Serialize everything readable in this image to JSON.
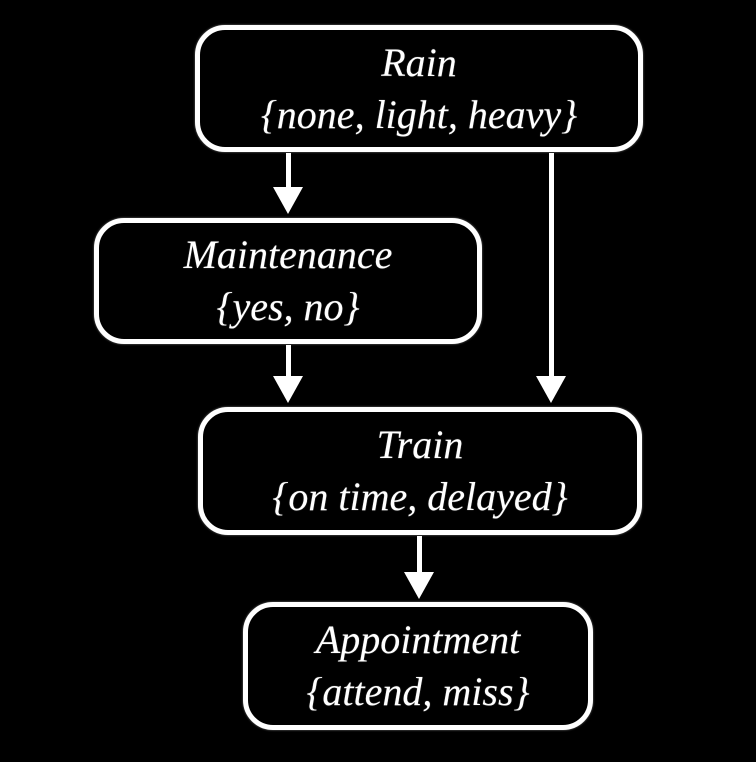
{
  "diagram": {
    "type": "bayesian-network",
    "colors": {
      "background": "#000000",
      "node_border": "#ffffff",
      "text": "#ffffff",
      "arrow": "#ffffff"
    },
    "nodes": [
      {
        "id": "rain",
        "name": "Rain",
        "values": "{none, light, heavy}"
      },
      {
        "id": "maintenance",
        "name": "Maintenance",
        "values": "{yes, no}"
      },
      {
        "id": "train",
        "name": "Train",
        "values": "{on time, delayed}"
      },
      {
        "id": "appointment",
        "name": "Appointment",
        "values": "{attend, miss}"
      }
    ],
    "edges": [
      {
        "from": "Rain",
        "to": "Maintenance"
      },
      {
        "from": "Rain",
        "to": "Train"
      },
      {
        "from": "Maintenance",
        "to": "Train"
      },
      {
        "from": "Train",
        "to": "Appointment"
      }
    ]
  }
}
